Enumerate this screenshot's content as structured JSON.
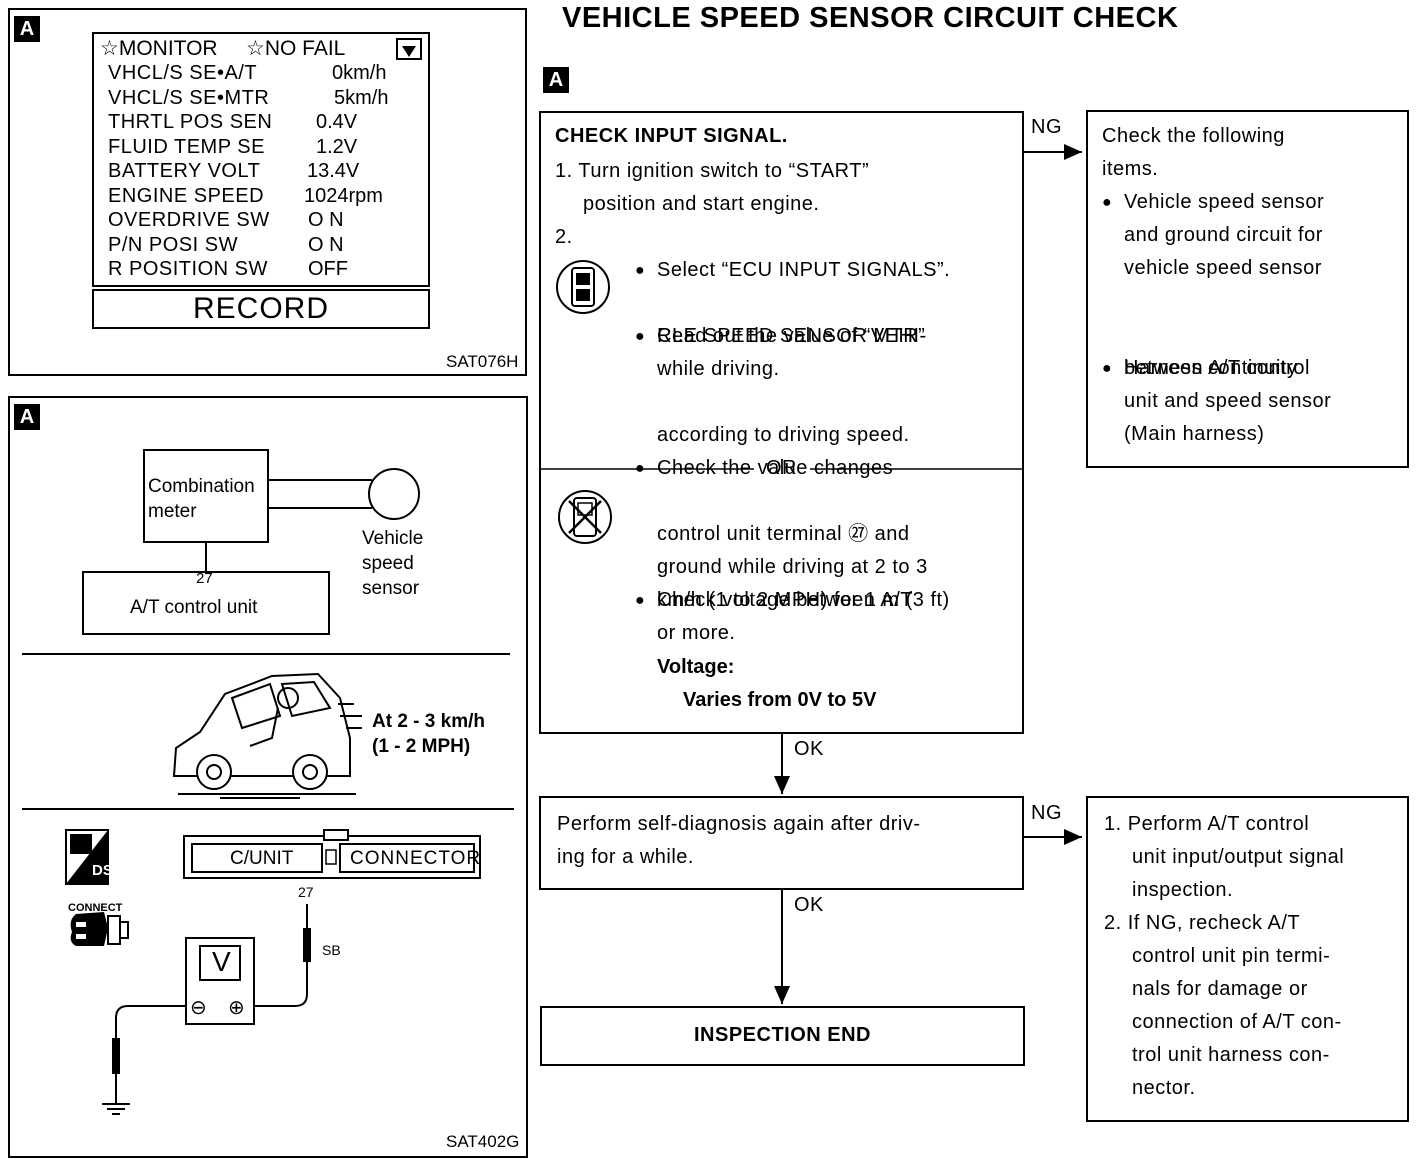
{
  "title": "VEHICLE SPEED SENSOR CIRCUIT CHECK",
  "tag_letter": "A",
  "monitor": {
    "header_left": "☆MONITOR",
    "header_right": "☆NO FAIL",
    "rows": [
      {
        "label": "VHCL/S SE•A/T",
        "value": "0km/h"
      },
      {
        "label": "VHCL/S SE•MTR",
        "value": "5km/h"
      },
      {
        "label": "THRTL POS SEN",
        "value": "0.4V"
      },
      {
        "label": "FLUID TEMP SE",
        "value": "1.2V"
      },
      {
        "label": "BATTERY VOLT",
        "value": "13.4V"
      },
      {
        "label": "ENGINE SPEED",
        "value": "1024rpm"
      },
      {
        "label": "OVERDRIVE SW",
        "value": "O N"
      },
      {
        "label": "P/N POSI SW",
        "value": "O N"
      },
      {
        "label": "R POSITION SW",
        "value": "OFF"
      }
    ],
    "record_label": "RECORD",
    "figure_code": "SAT076H"
  },
  "diagram": {
    "combination_meter": "Combination meter",
    "vehicle_speed_sensor": "Vehicle speed sensor",
    "at_control_unit": "A/T control unit",
    "terminal_27": "27",
    "speed_note_1": "At 2 - 3 km/h",
    "speed_note_2": "(1 - 2 MPH)",
    "cunit": "C/UNIT",
    "connector": "CONNECTOR",
    "terminal_27b": "27",
    "wire_color": "SB",
    "meter_letter": "V",
    "minus": "⊖",
    "plus": "⊕",
    "connect_label": "CONNECT",
    "badge_bottom": "DS",
    "figure_code": "SAT402G"
  },
  "flow": {
    "check_title": "CHECK INPUT SIGNAL.",
    "step1a": "1. Turn ignition switch to “START”",
    "step1b": "position and start engine.",
    "step2": "2.",
    "b1a": "Select “ECU INPUT SIGNALS”.",
    "b2a": "Read out the value of “VEHI-",
    "b2b": "CLE SPEED SENSOR MTR”",
    "b2c": "while driving.",
    "b3a": "Check the value changes",
    "b3b": "according to driving speed.",
    "or": "OR",
    "c1": "Check voltage between A/T",
    "c2": "control unit terminal ㉗ and",
    "c3": "ground while driving at 2 to 3",
    "c4": "km/h (1 to 2 MPH) for 1 m (3 ft)",
    "c5": "or more.",
    "voltage_label": "Voltage:",
    "voltage_value": "Varies from 0V to 5V",
    "ng1": "NG",
    "ok1": "OK",
    "ng2": "NG",
    "ok2": "OK",
    "right1_a": "Check the following",
    "right1_b": "items.",
    "right1_i1a": "Vehicle speed sensor",
    "right1_i1b": "and ground circuit for",
    "right1_i1c": "vehicle speed sensor",
    "right1_i2a": "Harness continuity",
    "right1_i2b": "between A/T control",
    "right1_i2c": "unit and speed sensor",
    "right1_i2d": "(Main harness)",
    "selfdiag_a": "Perform self-diagnosis again after driv-",
    "selfdiag_b": "ing for a while.",
    "right2_1a": "1. Perform A/T control",
    "right2_1b": "unit input/output signal",
    "right2_1c": "inspection.",
    "right2_2a": "2. If NG, recheck A/T",
    "right2_2b": "control unit pin termi-",
    "right2_2c": "nals for damage or",
    "right2_2d": "connection of A/T con-",
    "right2_2e": "trol unit harness con-",
    "right2_2f": "nector.",
    "end": "INSPECTION END"
  }
}
